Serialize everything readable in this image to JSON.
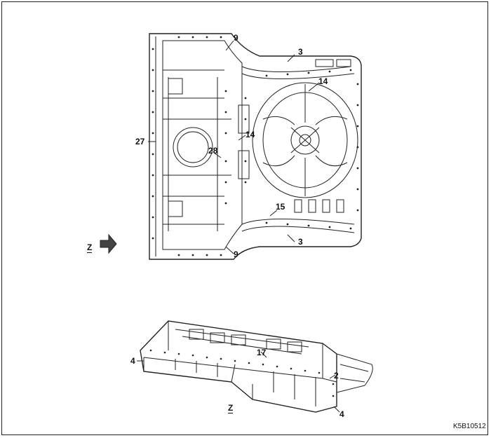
{
  "callouts": {
    "top_9": "9",
    "top_3": "3",
    "right_14": "14",
    "center_14": "14",
    "left_27": "27",
    "center_28": "28",
    "right_15": "15",
    "bottom_3": "3",
    "bottom_9": "9",
    "low_17": "17",
    "low_4_left": "4",
    "low_2": "2",
    "low_4_right": "4"
  },
  "view_labels": {
    "z_top": "Z",
    "z_bottom": "Z"
  },
  "figure_code": "K5B10512",
  "colors": {
    "line": "#222222",
    "fill": "#ffffff"
  },
  "icons": [
    "view-arrow-icon"
  ]
}
